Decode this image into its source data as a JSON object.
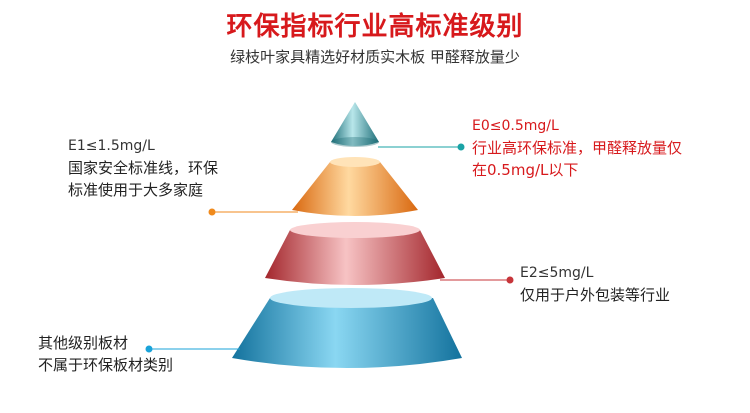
{
  "title": "环保指标行业高标准级别",
  "subtitle": "绿枝叶家具精选好材质实木板 甲醛释放量少",
  "levels": [
    {
      "grade": "E0≤0.5mg/L",
      "line1": "行业高环保标准，甲醛释放量仅",
      "line2": "在0.5mg/L以下",
      "color": "#d7191c"
    },
    {
      "grade": "E1≤1.5mg/L",
      "line1": "国家安全标准线，环保",
      "line2": "标准使用于大多家庭",
      "color": "#e8821a"
    },
    {
      "grade": "E2≤5mg/L",
      "line1": "仅用于户外包装等行业",
      "color": "#c7353a"
    },
    {
      "line1": "其他级别板材",
      "line2": "不属于环保板材类别",
      "color": "#1aa3d9"
    }
  ],
  "colors": {
    "accent": "#d7191c",
    "teal": "#2a8a96",
    "orange": "#f08a1c",
    "red": "#c7353a",
    "blue": "#1aa3d9"
  }
}
